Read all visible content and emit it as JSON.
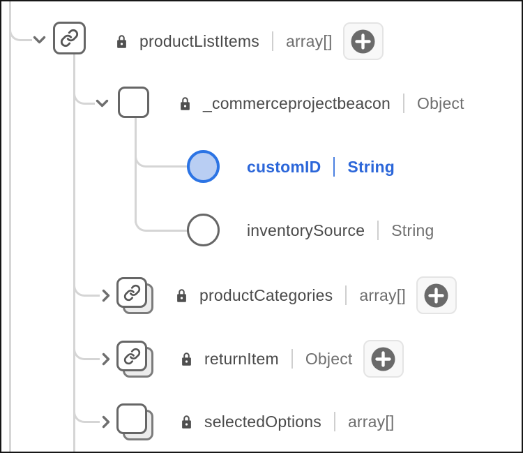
{
  "colors": {
    "accent_blue": "#2b66d9",
    "selected_node_fill": "#b9cef3",
    "selected_node_border": "#2c74e4",
    "node_border_gray": "#666666",
    "tree_line_gray": "#d5d5d5",
    "name_text": "#4a4a4a",
    "type_text": "#6e6e6e",
    "add_button_circle": "#6a6a6a"
  },
  "tree": {
    "rows": [
      {
        "name": "productListItems",
        "type": "array[]",
        "locked": true,
        "state": "expanded",
        "node": "link-box",
        "has_add_button": true,
        "selected": false
      },
      {
        "name": "_commerceprojectbeacon",
        "type": "Object",
        "locked": true,
        "state": "expanded",
        "node": "box",
        "has_add_button": false,
        "selected": false
      },
      {
        "name": "customID",
        "type": "String",
        "locked": false,
        "state": "leaf",
        "node": "circle-filled",
        "has_add_button": false,
        "selected": true
      },
      {
        "name": "inventorySource",
        "type": "String",
        "locked": false,
        "state": "leaf",
        "node": "circle",
        "has_add_button": false,
        "selected": false
      },
      {
        "name": "productCategories",
        "type": "array[]",
        "locked": true,
        "state": "collapsed",
        "node": "stacked-link-box",
        "has_add_button": true,
        "selected": false
      },
      {
        "name": "returnItem",
        "type": "Object",
        "locked": true,
        "state": "collapsed",
        "node": "stacked-link-box",
        "has_add_button": true,
        "selected": false
      },
      {
        "name": "selectedOptions",
        "type": "array[]",
        "locked": true,
        "state": "collapsed",
        "node": "stacked-box",
        "has_add_button": false,
        "selected": false
      }
    ]
  }
}
